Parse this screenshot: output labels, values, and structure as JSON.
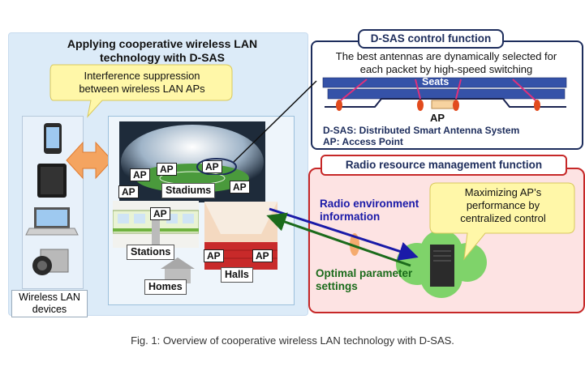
{
  "left_panel": {
    "title_line1": "Applying cooperative wireless LAN",
    "title_line2": "technology with D-SAS",
    "callout_line1": "Interference suppression",
    "callout_line2": "between wireless LAN APs",
    "devices_label_line1": "Wireless LAN",
    "devices_label_line2": "devices",
    "device_icons": [
      "smartphone-icon",
      "tablet-icon",
      "laptop-icon",
      "camera-icon"
    ]
  },
  "venues": {
    "ap_label": "AP",
    "stadiums": "Stadiums",
    "stations": "Stations",
    "homes": "Homes",
    "halls": "Halls"
  },
  "dsas": {
    "title": "D-SAS control function",
    "desc_line1": "The best antennas are dynamically selected for",
    "desc_line2": "each packet by high-speed switching",
    "seats_label": "Seats",
    "ap_label": "AP",
    "def1": "D-SAS: Distributed Smart Antenna System",
    "def2": "AP: Access Point"
  },
  "rrm": {
    "title": "Radio resource management function",
    "radio_env_line1": "Radio environment",
    "radio_env_line2": "information",
    "optimal_line1": "Optimal parameter",
    "optimal_line2": "settings",
    "callout_line1": "Maximizing AP’s",
    "callout_line2": "performance by",
    "callout_line3": "centralized control"
  },
  "caption": "Fig. 1: Overview of cooperative wireless LAN technology with D-SAS.",
  "colors": {
    "panel_bg": "#dcebf8",
    "callout_yellow": "#fff7a8",
    "dsas_border": "#1d2d5c",
    "rrm_border": "#c62828",
    "radio_env_text": "#1a1aa8",
    "optimal_text": "#1b6b1b",
    "cloud_green": "#7fd36a",
    "interference_arrow": "#f4a460"
  }
}
